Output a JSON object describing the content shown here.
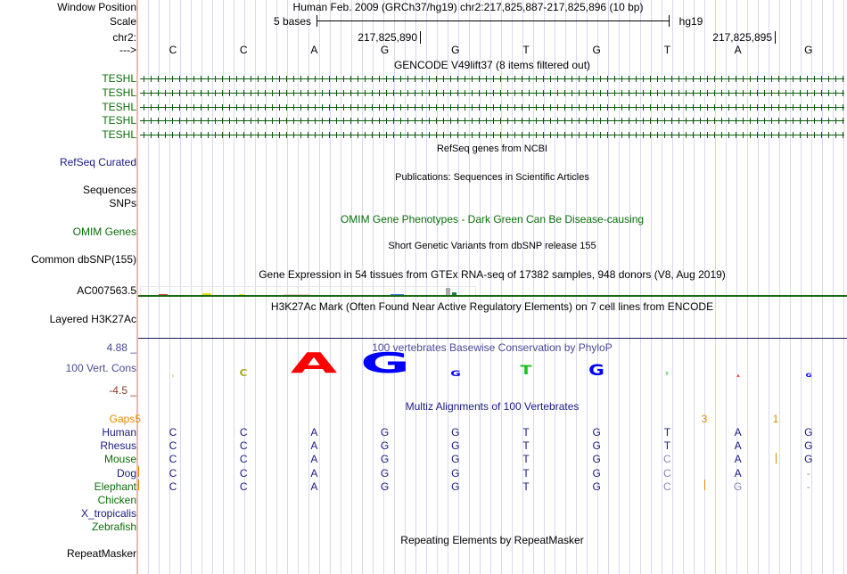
{
  "header": {
    "window_position_label": "Window Position",
    "title": "Human Feb. 2009 (GRCh37/hg19)   chr2:217,825,887-217,825,896 (10 bp)",
    "scale_label": "Scale",
    "scale_text": "5 bases",
    "assembly": "hg19",
    "chrom_label": "chr2:",
    "pos1": "217,825,890",
    "pos2": "217,825,895",
    "strand_label": "--->"
  },
  "bases": [
    "C",
    "C",
    "A",
    "G",
    "G",
    "T",
    "G",
    "T",
    "A",
    "G"
  ],
  "tracks": {
    "gencode_title": "GENCODE V49lift37 (8 items filtered out)",
    "gencode_items": [
      "TESHL",
      "TESHL",
      "TESHL",
      "TESHL",
      "TESHL"
    ],
    "refseq_title": "RefSeq genes from NCBI",
    "refseq_label": "RefSeq Curated",
    "pubs_title": "Publications: Sequences in Scientific Articles",
    "sequences_label": "Sequences",
    "snps_label": "SNPs",
    "omim_title": "OMIM Gene Phenotypes - Dark Green Can Be Disease-causing",
    "omim_label": "OMIM Genes",
    "dbsnp_title": "Short Genetic Variants from dbSNP release 155",
    "dbsnp_label": "Common dbSNP(155)",
    "gtex_title": "Gene Expression in 54 tissues from GTEx RNA-seq of 17382 samples, 948 donors (V8, Aug 2019)",
    "gtex_label": "AC007563.5",
    "h3k_title": "H3K27Ac Mark (Often Found Near Active Regulatory Elements) on 7 cell lines from ENCODE",
    "h3k_label": "Layered H3K27Ac",
    "cons_title": "100 vertebrates Basewise Conservation by PhyloP",
    "cons_label": "100 Vert. Cons",
    "cons_max": "4.88 _",
    "cons_min": "-4.5 _",
    "multiz_title": "Multiz Alignments of 100 Vertebrates",
    "gaps_label": "Gaps",
    "gaps_num": "5",
    "gap_counts": [
      "3",
      "1"
    ],
    "species": [
      {
        "name": "Human",
        "bases": [
          "C",
          "C",
          "A",
          "G",
          "G",
          "T",
          "G",
          "T",
          "A",
          "G"
        ]
      },
      {
        "name": "Rhesus",
        "bases": [
          "C",
          "C",
          "A",
          "G",
          "G",
          "T",
          "G",
          "T",
          "A",
          "G"
        ]
      },
      {
        "name": "Mouse",
        "bases": [
          "C",
          "C",
          "A",
          "G",
          "G",
          "T",
          "G",
          "C",
          "A",
          "G"
        ]
      },
      {
        "name": "Dog",
        "bases": [
          "C",
          "C",
          "A",
          "G",
          "G",
          "T",
          "G",
          "C",
          "A",
          "-"
        ]
      },
      {
        "name": "Elephant",
        "bases": [
          "C",
          "C",
          "A",
          "G",
          "G",
          "T",
          "G",
          "C",
          "G",
          "-"
        ]
      },
      {
        "name": "Chicken",
        "bases": []
      },
      {
        "name": "X_tropicalis",
        "bases": []
      },
      {
        "name": "Zebrafish",
        "bases": []
      }
    ],
    "rmsk_title": "Repeating Elements by RepeatMasker",
    "rmsk_label": "RepeatMasker"
  },
  "colors": {
    "A": "#ff0000",
    "G": "#0000ff",
    "C": "#aaaa20",
    "T": "#20c020"
  }
}
